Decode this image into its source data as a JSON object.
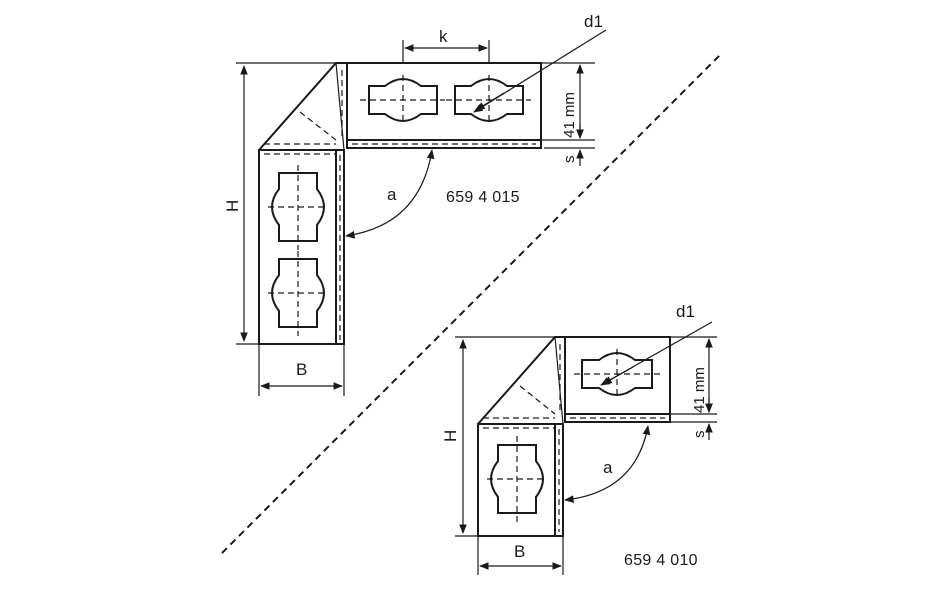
{
  "labels": {
    "k": "k",
    "d1": "d1",
    "d1_second": "d1",
    "mm41": "41 mm",
    "mm41_second": "41 mm",
    "s": "s",
    "s_second": "s",
    "a": "a",
    "a_second": "a",
    "H": "H",
    "H_second": "H",
    "B": "B",
    "B_second": "B"
  },
  "codes": {
    "top": "659 4 015",
    "bottom": "659 4 010"
  }
}
